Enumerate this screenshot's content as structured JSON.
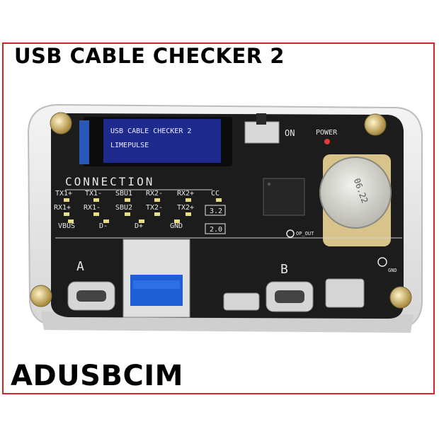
{
  "header": {
    "title": "USB CABLE CHECKER 2"
  },
  "footer": {
    "model_code": "ADUSBCIM"
  },
  "device": {
    "oled_line1": "USB CABLE CHECKER 2",
    "oled_line2": "LIMEPULSE",
    "connection_label": "CONNECTION",
    "leds_row1": [
      "TX1+",
      "TX1-",
      "SBU1",
      "RX2-",
      "RX2+",
      "CC"
    ],
    "leds_row2": [
      "RX1+",
      "RX1-",
      "SBU2",
      "TX2-",
      "TX2+"
    ],
    "leds_row3": [
      "VBUS",
      "D-",
      "D+",
      "GND"
    ],
    "badge_32": "3.2",
    "badge_20": "2.0",
    "on_label": "ON",
    "power_label": "POWER",
    "battery_text": "06.22",
    "op_out_label": "OP_OUT",
    "gnd_label": "GND",
    "section_a": "A",
    "section_b": "B"
  },
  "colors": {
    "frame": "#d8232a",
    "pcb": "#1c1c1c",
    "oled": "#1e2a8c",
    "usb3_blue": "#1f5fd6"
  }
}
